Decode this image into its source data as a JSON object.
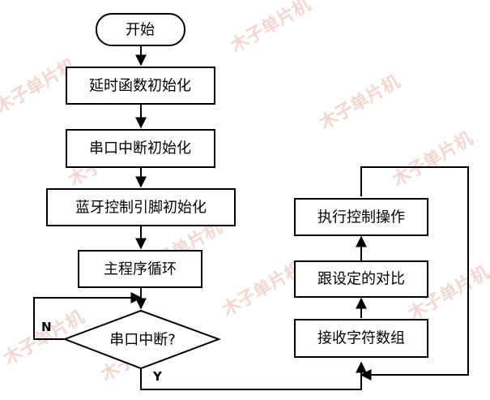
{
  "watermark": {
    "text": "木子单片机",
    "color": "#f3d2cc"
  },
  "flowchart": {
    "nodes": {
      "start": "开始",
      "delay_init": "延时函数初始化",
      "uart_int_init": "串口中断初始化",
      "bt_pin_init": "蓝牙控制引脚初始化",
      "main_loop": "主程序循环",
      "uart_int_decision": "串口中断?",
      "receive_array": "接收字符数组",
      "compare_setting": "跟设定的对比",
      "execute_control": "执行控制操作"
    },
    "edge_labels": {
      "no": "N",
      "yes": "Y"
    },
    "colors": {
      "stroke": "#000000",
      "fill": "#ffffff",
      "text": "#000000"
    }
  }
}
